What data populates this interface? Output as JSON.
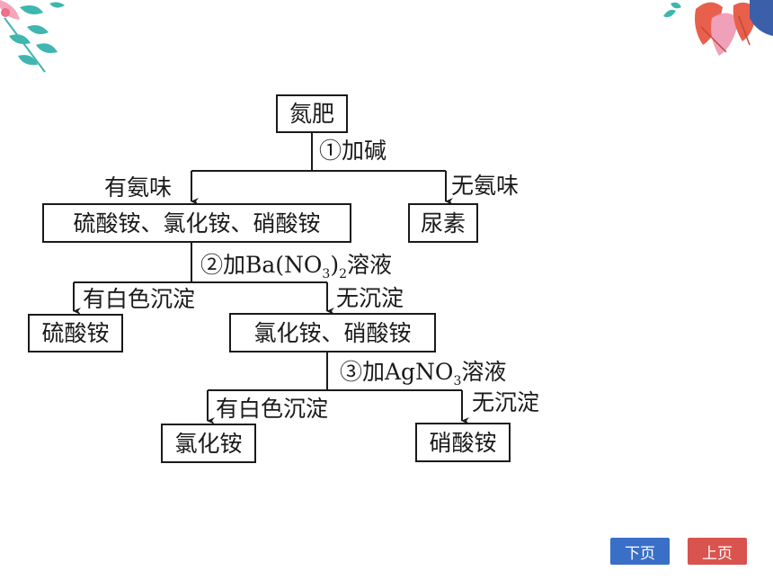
{
  "boxes": {
    "root": "氮肥",
    "has_ammonia": "硫酸铵、氯化铵、硝酸铵",
    "urea": "尿素",
    "sulfate": "硫酸铵",
    "chloride_nitrate": "氯化铵、硝酸铵",
    "chloride": "氯化铵",
    "nitrate": "硝酸铵"
  },
  "labels": {
    "step1": "①加碱",
    "has_ammonia_smell": "有氨味",
    "no_ammonia_smell": "无氨味",
    "step2_prefix": "②加Ba(NO",
    "step2_sub": "3",
    "step2_mid": ")",
    "step2_sub2": "2",
    "step2_suffix": "溶液",
    "white_precipitate_1": "有白色沉淀",
    "no_precipitate_1": "无沉淀",
    "step3_prefix": "③加AgNO",
    "step3_sub": "3",
    "step3_suffix": "溶液",
    "white_precipitate_2": "有白色沉淀",
    "no_precipitate_2": "无沉淀"
  },
  "nav": {
    "next": "下页",
    "prev": "上页",
    "next_color": "#3a6fc8",
    "prev_color": "#d9534f"
  },
  "colors": {
    "leaf_teal": "#3fb6b0",
    "leaf_pink": "#f0a0b8",
    "leaf_red": "#e8604c",
    "leaf_blue": "#3b5fa8"
  }
}
